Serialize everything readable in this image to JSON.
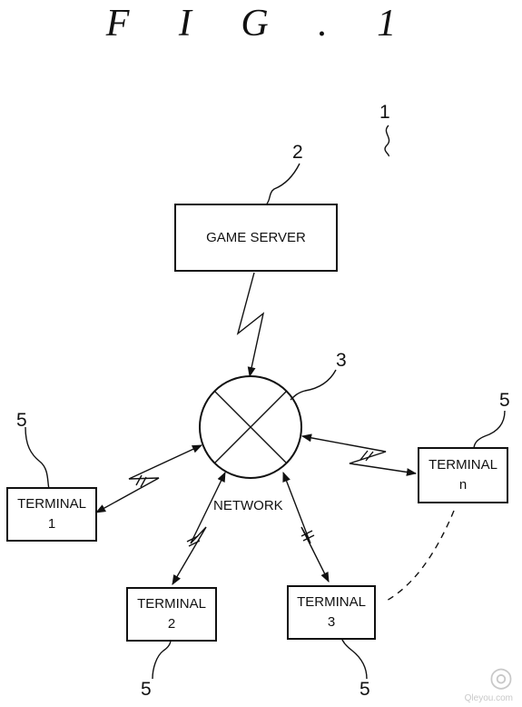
{
  "figure": {
    "title": "F I G . 1"
  },
  "refs": {
    "system": "1",
    "server": "2",
    "network": "3",
    "terminal_1": "5",
    "terminal_n": "5",
    "terminal_2": "5",
    "terminal_3": "5"
  },
  "server": {
    "label": "GAME SERVER"
  },
  "network": {
    "label": "NETWORK"
  },
  "terminals": [
    {
      "line1": "TERMINAL",
      "line2": "1"
    },
    {
      "line1": "TERMINAL",
      "line2": "n"
    },
    {
      "line1": "TERMINAL",
      "line2": "2"
    },
    {
      "line1": "TERMINAL",
      "line2": "3"
    }
  ],
  "watermark": {
    "brand": "Qleyou.com"
  }
}
